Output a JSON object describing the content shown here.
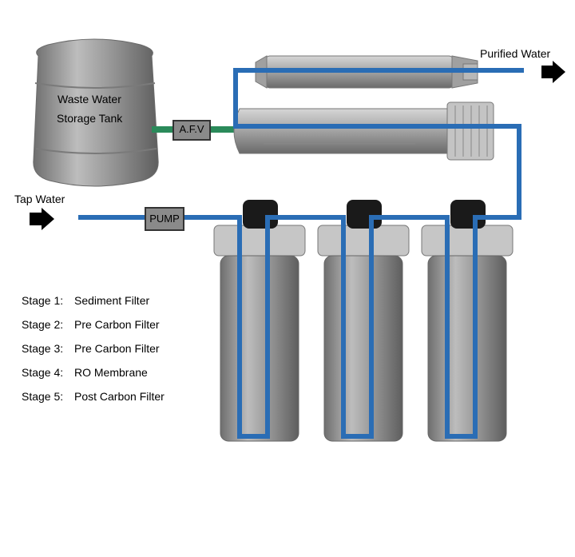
{
  "labels": {
    "tank_line1": "Waste Water",
    "tank_line2": "Storage Tank",
    "afv": "A.F.V",
    "pump": "PUMP",
    "tap_water": "Tap Water",
    "purified_water": "Purified Water"
  },
  "stages": [
    {
      "num": "Stage 1:",
      "name": "Sediment Filter"
    },
    {
      "num": "Stage 2:",
      "name": "Pre Carbon Filter"
    },
    {
      "num": "Stage 3:",
      "name": "Pre Carbon Filter"
    },
    {
      "num": "Stage 4:",
      "name": "RO Membrane"
    },
    {
      "num": "Stage 5:",
      "name": "Post Carbon Filter"
    }
  ],
  "colors": {
    "water_pipe": "#2a6db5",
    "waste_pipe": "#2a8a5a",
    "housing": "#9a9a9a",
    "cap": "#1a1a1a"
  },
  "icons": [
    "inlet-arrow-icon",
    "outlet-arrow-icon"
  ]
}
